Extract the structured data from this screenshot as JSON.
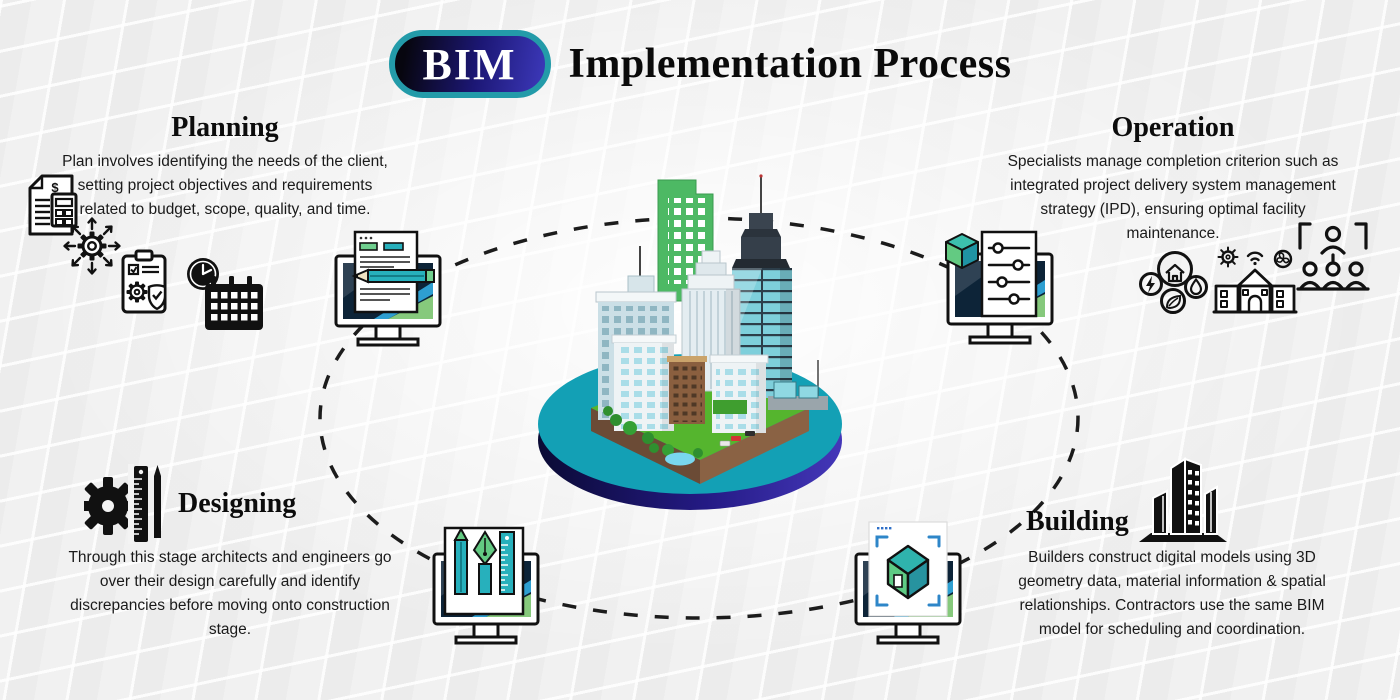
{
  "header": {
    "badge": "BIM",
    "title": "Implementation Process"
  },
  "sections": {
    "planning": {
      "heading": "Planning",
      "body": "Plan involves identifying the needs of the client, setting project objectives and requirements related to budget, scope, quality, and time.",
      "icons": [
        "invoice-calculator-icon",
        "gear-arrows-icon",
        "clipboard-quality-icon",
        "clock-calendar-icon"
      ],
      "monitor": "planning-monitor-document-pencil"
    },
    "operation": {
      "heading": "Operation",
      "body": "Specialists manage completion criterion such as integrated project delivery system management strategy (IPD), ensuring optimal facility maintenance.",
      "icons": [
        "utilities-eco-circles-icon",
        "smart-facility-building-icon",
        "team-management-icon"
      ],
      "monitor": "operation-monitor-settings-cube"
    },
    "designing": {
      "heading": "Designing",
      "body": "Through this stage architects and engineers go over their design carefully and identify discrepancies before moving onto construction stage.",
      "icons": [
        "gear-ruler-pencil-icon"
      ],
      "monitor": "designing-monitor-drafting-tools"
    },
    "building": {
      "heading": "Building",
      "body": "Builders construct digital models using 3D geometry data, material information & spatial relationships. Contractors use the same BIM model for scheduling and coordination.",
      "icons": [
        "city-skyline-icon"
      ],
      "monitor": "building-monitor-3d-house"
    }
  },
  "center": {
    "illustration": "isometric-smart-city-on-teal-platform",
    "orbit": "dashed-ellipse"
  },
  "colors": {
    "badge_ring": "#239ba9",
    "badge_fill": "#1c1775",
    "platform_top": "#13a0b5",
    "platform_base": "#2b1e8e",
    "accent_green": "#57c785",
    "accent_teal": "#27b0bc",
    "screen_navy": "#0d2438",
    "dash": "#1c1c1c",
    "text": "#111111"
  }
}
